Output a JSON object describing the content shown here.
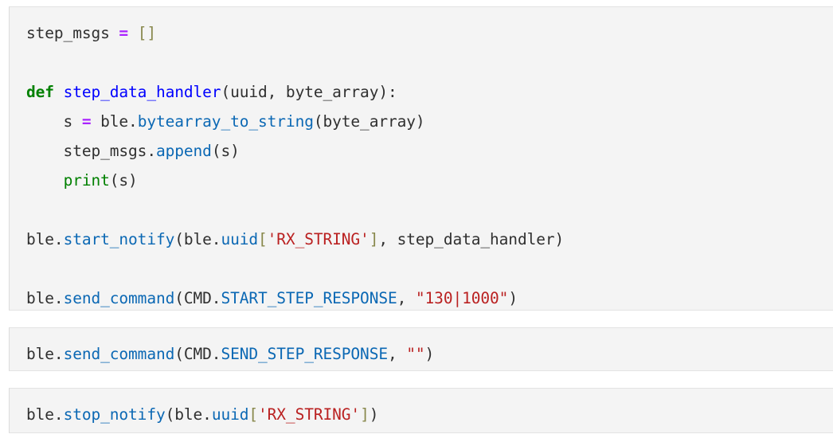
{
  "document": {
    "kind": "notebook-code-cells",
    "language": "python",
    "background_color": "#ffffff",
    "cell_background_color": "#f4f4f4",
    "cell_border_color": "#e3e3e3",
    "plain_text_color": "#303030"
  },
  "syntax_colors": {
    "keyword": "#008000",
    "function_definition": "#0000ff",
    "method_call": "#0b68b4",
    "builtin": "#008000",
    "string": "#ba2121",
    "operator": "#aa22ff",
    "bracket": "#88884c",
    "plain": "#303030"
  },
  "cells": [
    {
      "index": 1,
      "lines": [
        {
          "plain_text": "step_msgs = []",
          "tokens": [
            {
              "t": "step_msgs",
              "c": "tok-name"
            },
            {
              "t": " ",
              "c": "tok-plain"
            },
            {
              "t": "=",
              "c": "tok-operator"
            },
            {
              "t": " ",
              "c": "tok-plain"
            },
            {
              "t": "[]",
              "c": "tok-bracket"
            }
          ]
        },
        {
          "plain_text": "",
          "tokens": []
        },
        {
          "plain_text": "def step_data_handler(uuid, byte_array):",
          "tokens": [
            {
              "t": "def",
              "c": "tok-keyword"
            },
            {
              "t": " ",
              "c": "tok-plain"
            },
            {
              "t": "step_data_handler",
              "c": "tok-funcdef"
            },
            {
              "t": "(uuid, byte_array):",
              "c": "tok-plain"
            }
          ]
        },
        {
          "plain_text": "    s = ble.bytearray_to_string(byte_array)",
          "tokens": [
            {
              "t": "    s ",
              "c": "tok-plain"
            },
            {
              "t": "=",
              "c": "tok-operator"
            },
            {
              "t": " ble.",
              "c": "tok-plain"
            },
            {
              "t": "bytearray_to_string",
              "c": "tok-method"
            },
            {
              "t": "(byte_array)",
              "c": "tok-plain"
            }
          ]
        },
        {
          "plain_text": "    step_msgs.append(s)",
          "tokens": [
            {
              "t": "    step_msgs.",
              "c": "tok-plain"
            },
            {
              "t": "append",
              "c": "tok-method"
            },
            {
              "t": "(s)",
              "c": "tok-plain"
            }
          ]
        },
        {
          "plain_text": "    print(s)",
          "tokens": [
            {
              "t": "    ",
              "c": "tok-plain"
            },
            {
              "t": "print",
              "c": "tok-builtin"
            },
            {
              "t": "(s)",
              "c": "tok-plain"
            }
          ]
        },
        {
          "plain_text": "",
          "tokens": []
        },
        {
          "plain_text": "ble.start_notify(ble.uuid['RX_STRING'], step_data_handler)",
          "tokens": [
            {
              "t": "ble.",
              "c": "tok-plain"
            },
            {
              "t": "start_notify",
              "c": "tok-method"
            },
            {
              "t": "(ble.",
              "c": "tok-plain"
            },
            {
              "t": "uuid",
              "c": "tok-method"
            },
            {
              "t": "[",
              "c": "tok-bracket"
            },
            {
              "t": "'RX_STRING'",
              "c": "tok-string"
            },
            {
              "t": "]",
              "c": "tok-bracket"
            },
            {
              "t": ", step_data_handler)",
              "c": "tok-plain"
            }
          ]
        },
        {
          "plain_text": "",
          "tokens": []
        },
        {
          "plain_text": "ble.send_command(CMD.START_STEP_RESPONSE, \"130|1000\")",
          "tokens": [
            {
              "t": "ble.",
              "c": "tok-plain"
            },
            {
              "t": "send_command",
              "c": "tok-method"
            },
            {
              "t": "(CMD.",
              "c": "tok-plain"
            },
            {
              "t": "START_STEP_RESPONSE",
              "c": "tok-method"
            },
            {
              "t": ", ",
              "c": "tok-plain"
            },
            {
              "t": "\"130|1000\"",
              "c": "tok-string"
            },
            {
              "t": ")",
              "c": "tok-plain"
            }
          ]
        }
      ]
    },
    {
      "index": 2,
      "lines": [
        {
          "plain_text": "ble.send_command(CMD.SEND_STEP_RESPONSE, \"\")",
          "tokens": [
            {
              "t": "ble.",
              "c": "tok-plain"
            },
            {
              "t": "send_command",
              "c": "tok-method"
            },
            {
              "t": "(CMD.",
              "c": "tok-plain"
            },
            {
              "t": "SEND_STEP_RESPONSE",
              "c": "tok-method"
            },
            {
              "t": ", ",
              "c": "tok-plain"
            },
            {
              "t": "\"\"",
              "c": "tok-string"
            },
            {
              "t": ")",
              "c": "tok-plain"
            }
          ]
        }
      ]
    },
    {
      "index": 3,
      "lines": [
        {
          "plain_text": "ble.stop_notify(ble.uuid['RX_STRING'])",
          "tokens": [
            {
              "t": "ble.",
              "c": "tok-plain"
            },
            {
              "t": "stop_notify",
              "c": "tok-method"
            },
            {
              "t": "(ble.",
              "c": "tok-plain"
            },
            {
              "t": "uuid",
              "c": "tok-method"
            },
            {
              "t": "[",
              "c": "tok-bracket"
            },
            {
              "t": "'RX_STRING'",
              "c": "tok-string"
            },
            {
              "t": "]",
              "c": "tok-bracket"
            },
            {
              "t": ")",
              "c": "tok-plain"
            }
          ]
        }
      ]
    }
  ]
}
